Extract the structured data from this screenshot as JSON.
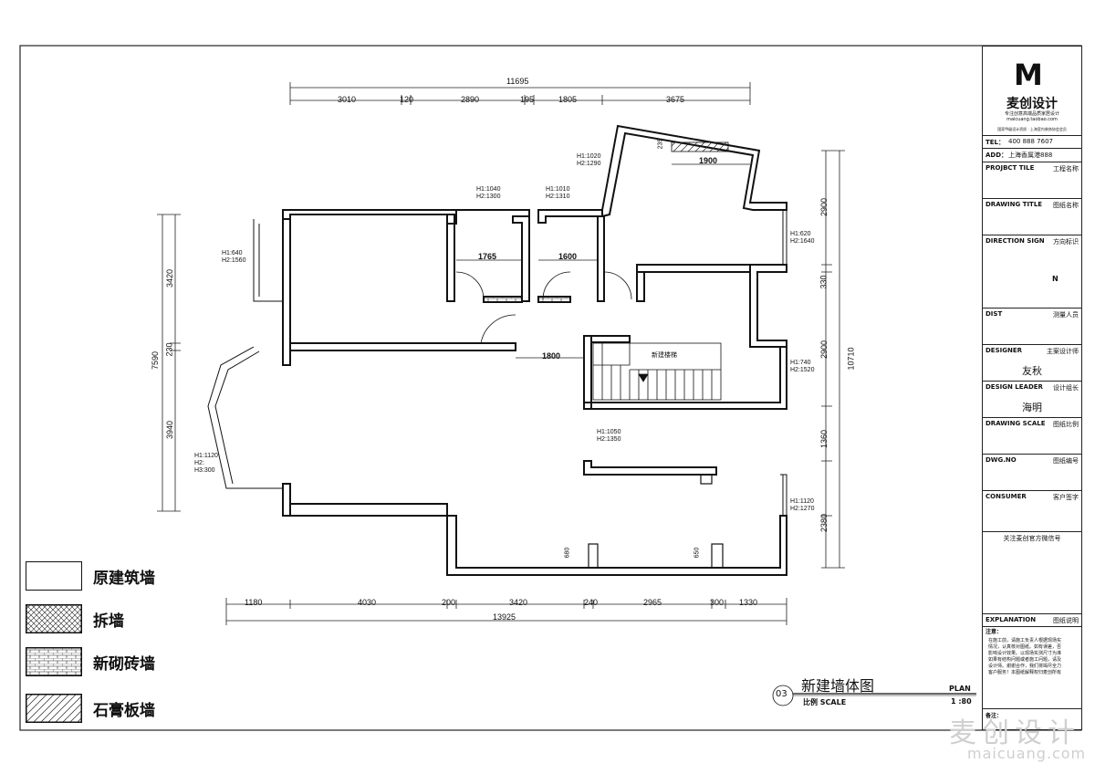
{
  "dimensions": {
    "top_total": "11695",
    "top": [
      "3010",
      "120",
      "2890",
      "195",
      "1805",
      "3675"
    ],
    "bottom_total": "13925",
    "bottom": [
      "1180",
      "4030",
      "200",
      "3420",
      "240",
      "2965",
      "300",
      "1330"
    ],
    "left_total": "7590",
    "left": [
      "3420",
      "230",
      "3940"
    ],
    "right_total": "10710",
    "right": [
      "2900",
      "330",
      "2900",
      "1360",
      "2380"
    ],
    "inner": {
      "d1765": "1765",
      "d1600": "1600",
      "d1800": "1800",
      "d1900": "1900",
      "d235": "235",
      "d680": "680",
      "d650": "650"
    }
  },
  "windows": {
    "w1": [
      "H1:1040",
      "H2:1300"
    ],
    "w2": [
      "H1:1010",
      "H2:1310"
    ],
    "w3": [
      "H1:1020",
      "H2:1290"
    ],
    "w4": [
      "H1:640",
      "H2:1560"
    ],
    "w5": [
      "H1:620",
      "H2:1640"
    ],
    "w6": [
      "H1:740",
      "H2:1520"
    ],
    "w7": [
      "H1:1050",
      "H2:1350"
    ],
    "w8": [
      "H1:1120",
      "H2:",
      "H3:300"
    ],
    "w9": [
      "H1:1120",
      "H2:1270"
    ]
  },
  "stair_label": "新建楼梯",
  "legend": [
    {
      "label": "原建筑墙",
      "pattern": "solid"
    },
    {
      "label": "拆墙",
      "pattern": "crosshatch"
    },
    {
      "label": "新砌砖墙",
      "pattern": "brick"
    },
    {
      "label": "石膏板墙",
      "pattern": "diagonal"
    }
  ],
  "drawing_title": {
    "number": "03",
    "title": "新建墙体图",
    "scale_label": "比例 SCALE",
    "plan_label": "PLAN",
    "scale_value": "1 :80"
  },
  "title_block": {
    "logo_text": "麦创设计",
    "slogan": "专注创意高端品质家居设计",
    "site": "maicuang.taobao.com",
    "org": "国家甲级设计资质 · 上海室内装饰协会会员",
    "tel_label": "TEL：",
    "tel_value": "400 888 7607",
    "add_label": "ADD：",
    "add_value": "上海香属港888",
    "project_title_label": "PROJBCT TILE",
    "project_title_value": "工程名称",
    "drawing_title_label": "DRAWING TITLE",
    "drawing_title_value": "图纸名称",
    "direction_label": "DIRECTION SIGN",
    "direction_value": "方向标识",
    "north": "N",
    "dist_label": "DIST",
    "dist_value": "测量人员",
    "designer_label": "DESIGNER",
    "designer_value": "主案设计师",
    "designer_name": "友秋",
    "design_leader_label": "DESIGN LEADER",
    "design_leader_value": "设计组长",
    "design_leader_name": "海明",
    "drawing_scale_label": "DRAWING SCALE",
    "drawing_scale_value": "图纸比例",
    "dwg_no_label": "DWG.NO",
    "dwg_no_value": "图纸编号",
    "consumer_label": "CONSUMER",
    "consumer_value": "客户签字",
    "follow": "关注麦创官方微信号",
    "explanation_label": "EXPLANATION",
    "explanation_value": "图纸说明",
    "notes_label": "注意：",
    "notes": [
      "在施工前，请施工负责人根据现场实",
      "情况，认真核对图纸。如有误差，否",
      "影响设计效果。以现场实测尺寸为准",
      "如果有结构问题或者施工问题，请及",
      "设计师。谢谢合作，我们将竭尽全力",
      "客户服务！本图纸解释权归麦创所有"
    ],
    "remark_label": "备注："
  },
  "watermark": {
    "cn": "麦创设计",
    "en": "maicuang.com"
  }
}
